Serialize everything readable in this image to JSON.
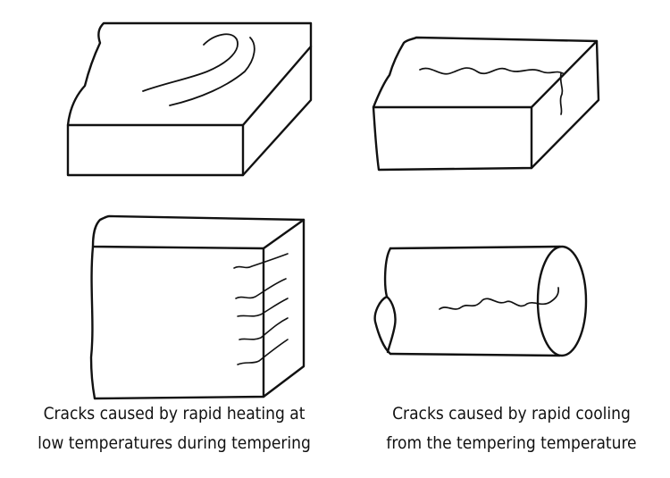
{
  "captions": {
    "left": {
      "line1": "Cracks caused by rapid heating at",
      "line2": "low temperatures during tempering"
    },
    "right": {
      "line1": "Cracks caused by rapid cooling",
      "line2": "from the tempering temperature"
    }
  },
  "colors": {
    "stroke": "#111111",
    "background": "#ffffff"
  }
}
